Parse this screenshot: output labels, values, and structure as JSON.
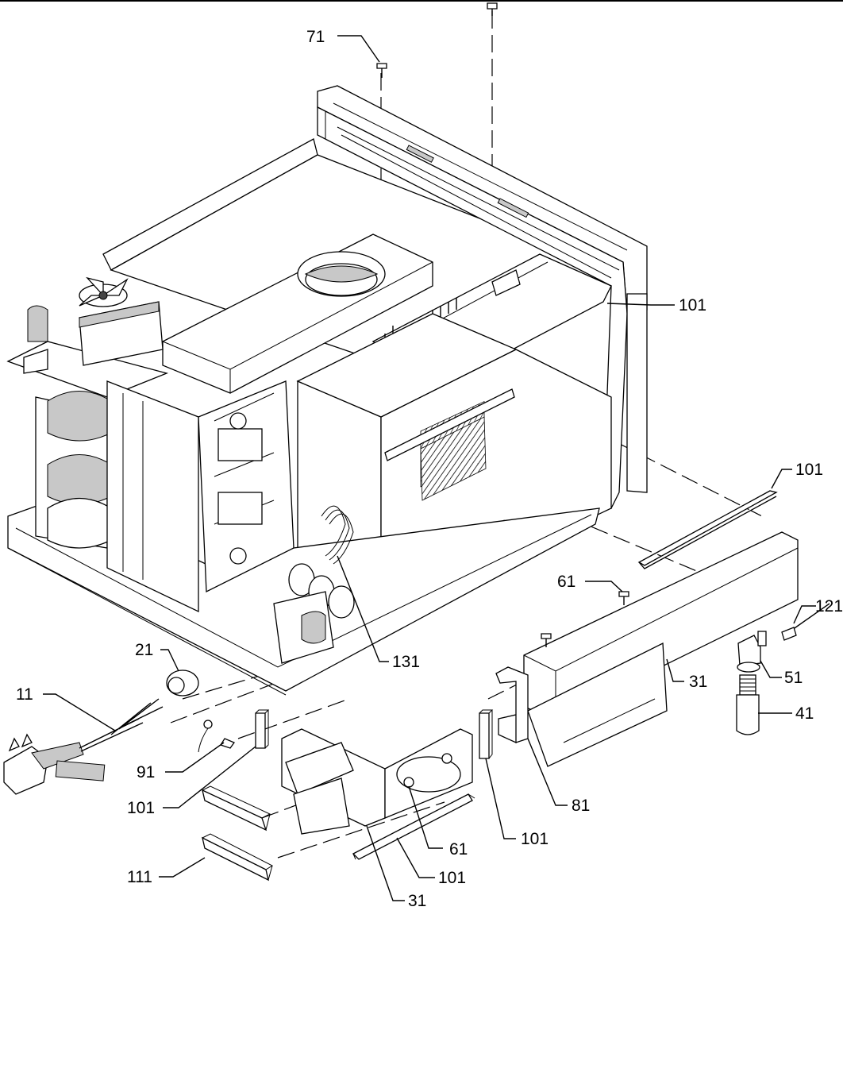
{
  "diagram": {
    "callouts": [
      {
        "id": "71",
        "label": "71"
      },
      {
        "id": "101_a",
        "label": "101"
      },
      {
        "id": "101_b",
        "label": "101"
      },
      {
        "id": "61_a",
        "label": "61"
      },
      {
        "id": "121",
        "label": "121"
      },
      {
        "id": "21",
        "label": "21"
      },
      {
        "id": "131",
        "label": "131"
      },
      {
        "id": "31_a",
        "label": "31"
      },
      {
        "id": "51",
        "label": "51"
      },
      {
        "id": "11",
        "label": "11"
      },
      {
        "id": "41",
        "label": "41"
      },
      {
        "id": "91",
        "label": "91"
      },
      {
        "id": "81",
        "label": "81"
      },
      {
        "id": "101_c",
        "label": "101"
      },
      {
        "id": "61_b",
        "label": "61"
      },
      {
        "id": "101_d",
        "label": "101"
      },
      {
        "id": "111",
        "label": "111"
      },
      {
        "id": "101_e",
        "label": "101"
      },
      {
        "id": "31_b",
        "label": "31"
      }
    ]
  }
}
